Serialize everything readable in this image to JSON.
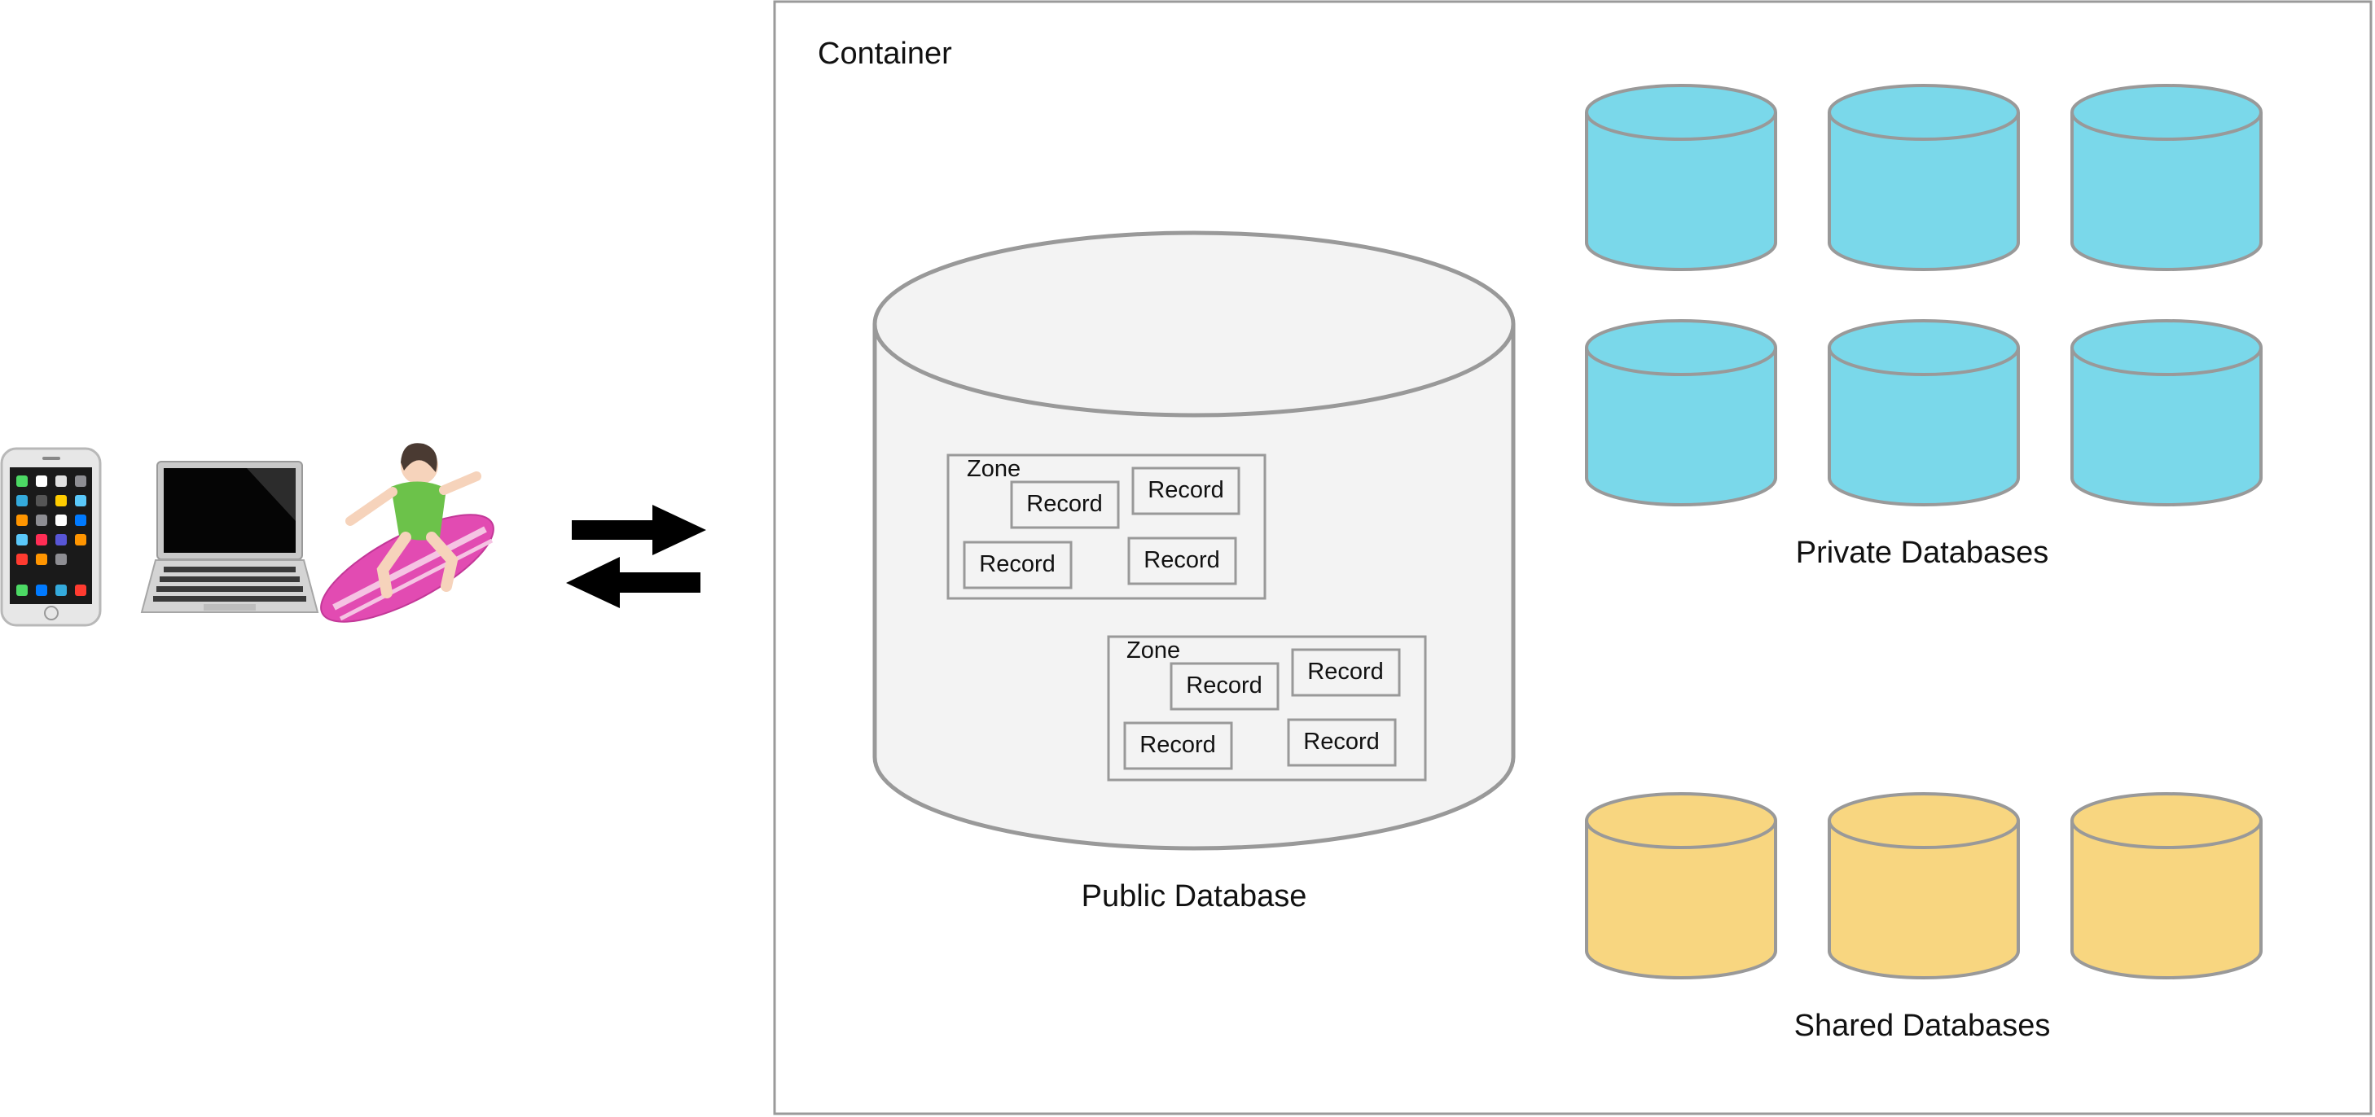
{
  "container": {
    "label": "Container"
  },
  "public_db": {
    "label": "Public Database",
    "zones": [
      {
        "label": "Zone",
        "records": [
          "Record",
          "Record",
          "Record",
          "Record"
        ]
      },
      {
        "label": "Zone",
        "records": [
          "Record",
          "Record",
          "Record",
          "Record"
        ]
      }
    ]
  },
  "private_dbs": {
    "label": "Private Databases",
    "count": 6,
    "color": "#7ad8ea"
  },
  "shared_dbs": {
    "label": "Shared Databases",
    "count": 3,
    "color": "#f8d680"
  },
  "devices": [
    {
      "icon": "iphone-icon"
    },
    {
      "icon": "laptop-icon"
    },
    {
      "icon": "surfer-icon"
    }
  ],
  "sync_arrows": {
    "icon": "bidirectional-arrows-icon"
  }
}
